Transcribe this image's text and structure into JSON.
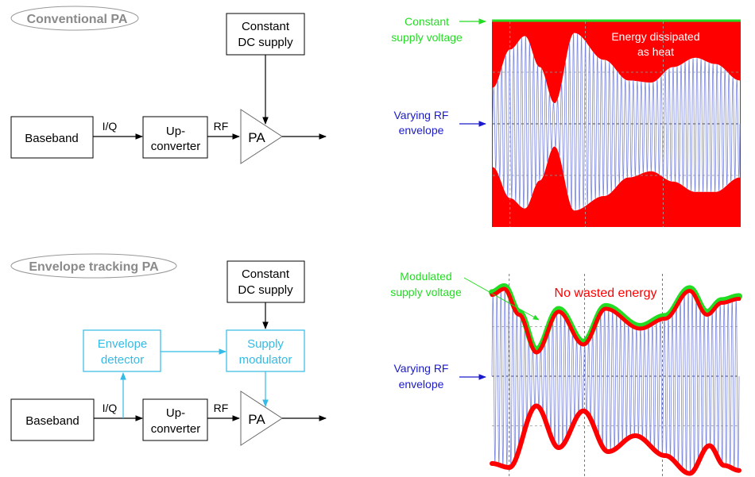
{
  "conventional": {
    "title": "Conventional PA",
    "blocks": {
      "baseband": "Baseband",
      "upconverter": [
        "Up-",
        "converter"
      ],
      "pa": "PA",
      "dc_supply": [
        "Constant",
        "DC supply"
      ]
    },
    "signals": {
      "iq": "I/Q",
      "rf": "RF"
    },
    "plot": {
      "supply_label": [
        "Constant",
        "supply voltage"
      ],
      "envelope_label": [
        "Varying RF",
        "envelope"
      ],
      "heat_label": [
        "Energy dissipated",
        "as heat"
      ]
    }
  },
  "envelope_tracking": {
    "title": "Envelope tracking PA",
    "blocks": {
      "baseband": "Baseband",
      "upconverter": [
        "Up-",
        "converter"
      ],
      "pa": "PA",
      "dc_supply": [
        "Constant",
        "DC supply"
      ],
      "envelope_detector": [
        "Envelope",
        "detector"
      ],
      "supply_modulator": [
        "Supply",
        "modulator"
      ]
    },
    "signals": {
      "iq": "I/Q",
      "rf": "RF"
    },
    "plot": {
      "supply_label": [
        "Modulated",
        "supply voltage"
      ],
      "envelope_label": [
        "Varying RF",
        "envelope"
      ],
      "no_waste_label": "No wasted energy"
    }
  },
  "colors": {
    "block_black": "#000000",
    "block_cyan": "#33bbe6",
    "title_gray": "#8a8a8a",
    "supply_green": "#22dd22",
    "envelope_blue": "#1a1acc",
    "heat_red": "#ff0000",
    "rf_wave": "#7a86e0"
  },
  "chart_data": [
    {
      "type": "line",
      "title": "Constant supply: energy dissipated as heat",
      "x_range": [
        0,
        1
      ],
      "y_range": [
        -1,
        1
      ],
      "supply_voltage": 1.0,
      "envelope_upper": {
        "x": [
          0,
          0.07,
          0.13,
          0.19,
          0.25,
          0.33,
          0.45,
          0.55,
          0.64,
          0.73,
          0.82,
          0.9,
          1.0
        ],
        "y": [
          0.35,
          0.72,
          0.85,
          0.55,
          0.2,
          0.88,
          0.62,
          0.42,
          0.4,
          0.55,
          0.64,
          0.58,
          0.42
        ]
      },
      "envelope_lower": {
        "x": [
          0,
          0.07,
          0.13,
          0.19,
          0.25,
          0.33,
          0.45,
          0.55,
          0.64,
          0.73,
          0.82,
          0.9,
          1.0
        ],
        "y": [
          -0.42,
          -0.72,
          -0.82,
          -0.55,
          -0.22,
          -0.84,
          -0.7,
          -0.52,
          -0.46,
          -0.56,
          -0.66,
          -0.66,
          -0.52
        ]
      },
      "carrier_cycles": 62,
      "gridlines": "dashed"
    },
    {
      "type": "line",
      "title": "Modulated supply: no wasted energy",
      "x_range": [
        0,
        1
      ],
      "y_range": [
        -1,
        1
      ],
      "envelope_upper": {
        "x": [
          0,
          0.05,
          0.11,
          0.18,
          0.27,
          0.37,
          0.46,
          0.6,
          0.7,
          0.8,
          0.87,
          0.93,
          1.0
        ],
        "y": [
          0.82,
          0.88,
          0.62,
          0.24,
          0.65,
          0.32,
          0.68,
          0.48,
          0.58,
          0.86,
          0.62,
          0.74,
          0.78
        ]
      },
      "envelope_lower": {
        "x": [
          0,
          0.07,
          0.18,
          0.27,
          0.37,
          0.47,
          0.58,
          0.7,
          0.8,
          0.88,
          0.94,
          1.0
        ],
        "y": [
          -0.88,
          -0.92,
          -0.3,
          -0.72,
          -0.35,
          -0.76,
          -0.6,
          -0.8,
          -0.98,
          -0.7,
          -0.9,
          -0.95
        ]
      },
      "carrier_cycles": 62,
      "gridlines": "dashed"
    }
  ]
}
